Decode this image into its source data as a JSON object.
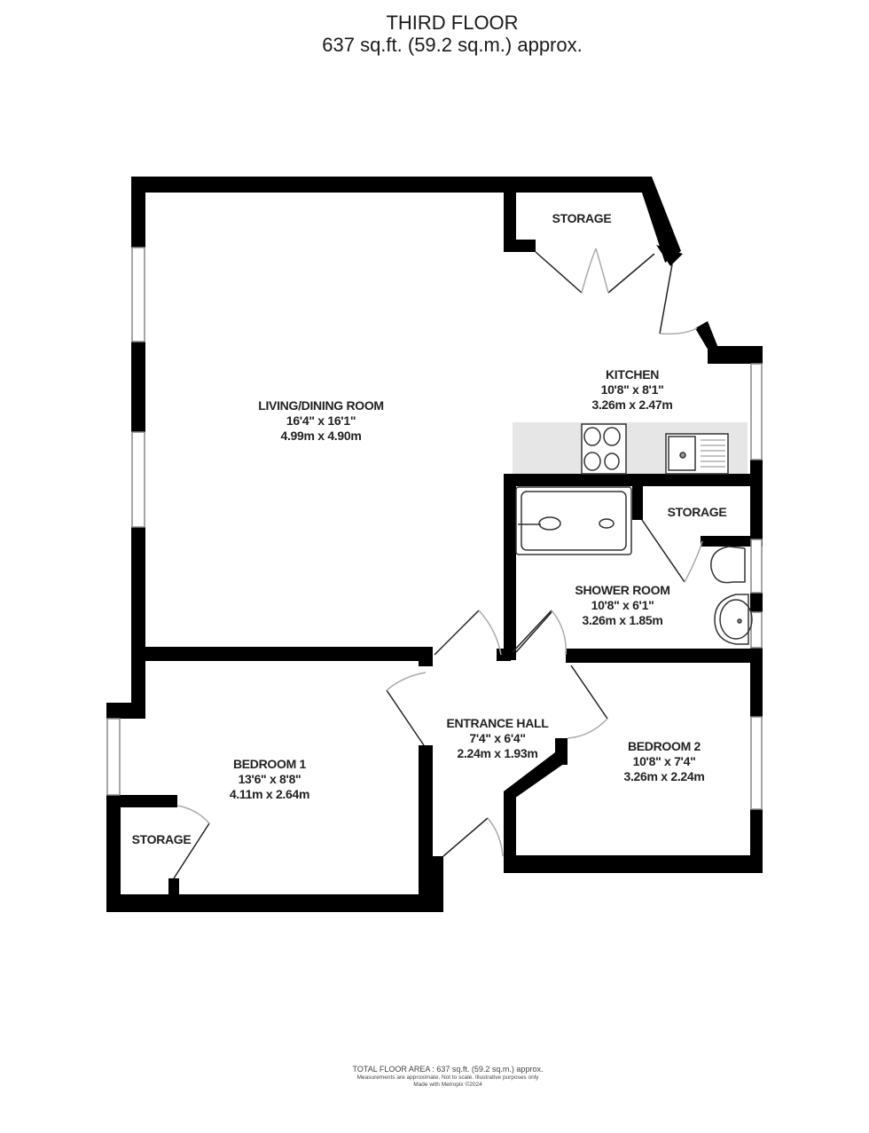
{
  "header": {
    "title": "THIRD FLOOR",
    "area": "637 sq.ft. (59.2 sq.m.) approx."
  },
  "rooms": {
    "living": {
      "name": "LIVING/DINING ROOM",
      "imperial": "16'4\"  x 16'1\"",
      "metric": "4.99m  x 4.90m"
    },
    "kitchen": {
      "name": "KITCHEN",
      "imperial": "10'8\"  x 8'1\"",
      "metric": "3.26m  x 2.47m"
    },
    "shower": {
      "name": "SHOWER ROOM",
      "imperial": "10'8\"  x 6'1\"",
      "metric": "3.26m  x 1.85m"
    },
    "hall": {
      "name": "ENTRANCE HALL",
      "imperial": "7'4\"  x 6'4\"",
      "metric": "2.24m  x 1.93m"
    },
    "bedroom1": {
      "name": "BEDROOM 1",
      "imperial": "13'6\"  x 8'8\"",
      "metric": "4.11m  x 2.64m"
    },
    "bedroom2": {
      "name": "BEDROOM 2",
      "imperial": "10'8\"  x 7'4\"",
      "metric": "3.26m  x 2.24m"
    },
    "storage_top": {
      "name": "STORAGE"
    },
    "storage_shower": {
      "name": "STORAGE"
    },
    "storage_bed1": {
      "name": "STORAGE"
    }
  },
  "fixtures": [
    "hob-icon",
    "sink-icon",
    "shower-tray-icon",
    "toilet-icon",
    "basin-icon"
  ],
  "colors": {
    "wall": "#000000",
    "worktop": "#e6e6e6",
    "window": "#888888",
    "text": "#222222"
  },
  "footer": {
    "total": "TOTAL FLOOR AREA : 637 sq.ft. (59.2 sq.m.) approx.",
    "note1": "Measurements are approximate.  Not to scale.  Illustrative purposes only",
    "note2": "Made with Metropix ©2024"
  }
}
